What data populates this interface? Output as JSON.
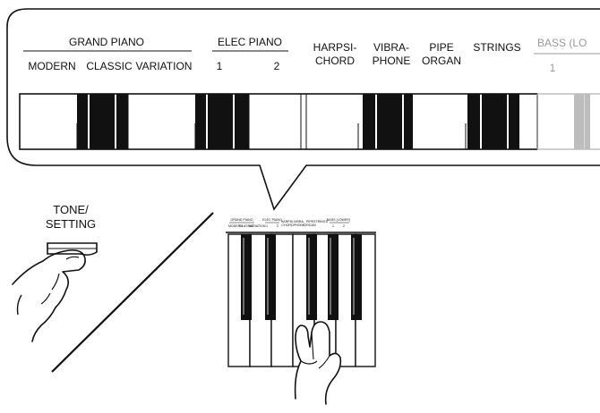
{
  "callout": {
    "groups": [
      {
        "title": "GRAND PIANO",
        "subs": [
          "MODERN",
          "CLASSIC",
          "VARIATION"
        ]
      },
      {
        "title": "ELEC PIANO",
        "subs": [
          "1",
          "2"
        ]
      },
      {
        "title": "BASS (LO",
        "subs": [
          "1"
        ]
      }
    ],
    "singles": [
      {
        "line1": "HARPSI-",
        "line2": "CHORD"
      },
      {
        "line1": "VIBRA-",
        "line2": "PHONE"
      },
      {
        "line1": "PIPE",
        "line2": "ORGAN"
      },
      {
        "line1": "STRINGS",
        "line2": ""
      }
    ]
  },
  "small_panel": {
    "groups": [
      {
        "title": "GRAND PIANO",
        "subs": [
          "MODERN",
          "CLASSIC",
          "VARIATION"
        ]
      },
      {
        "title": "ELEC PIANO",
        "subs": [
          "1",
          "2"
        ]
      },
      {
        "title": "BASS (LOWER)",
        "subs": [
          "1",
          "2"
        ]
      }
    ],
    "singles": [
      {
        "line1": "HARPSI-",
        "line2": "CHORD"
      },
      {
        "line1": "VIBRA-",
        "line2": "PHONE"
      },
      {
        "line1": "PIPE",
        "line2": "ORGAN"
      },
      {
        "line1": "STRINGS",
        "line2": ""
      }
    ]
  },
  "button": {
    "line1": "TONE/",
    "line2": "SETTING"
  },
  "colors": {
    "ink": "#111111",
    "faded": "#9a9a9a",
    "faded_key": "#bdbdbd"
  }
}
